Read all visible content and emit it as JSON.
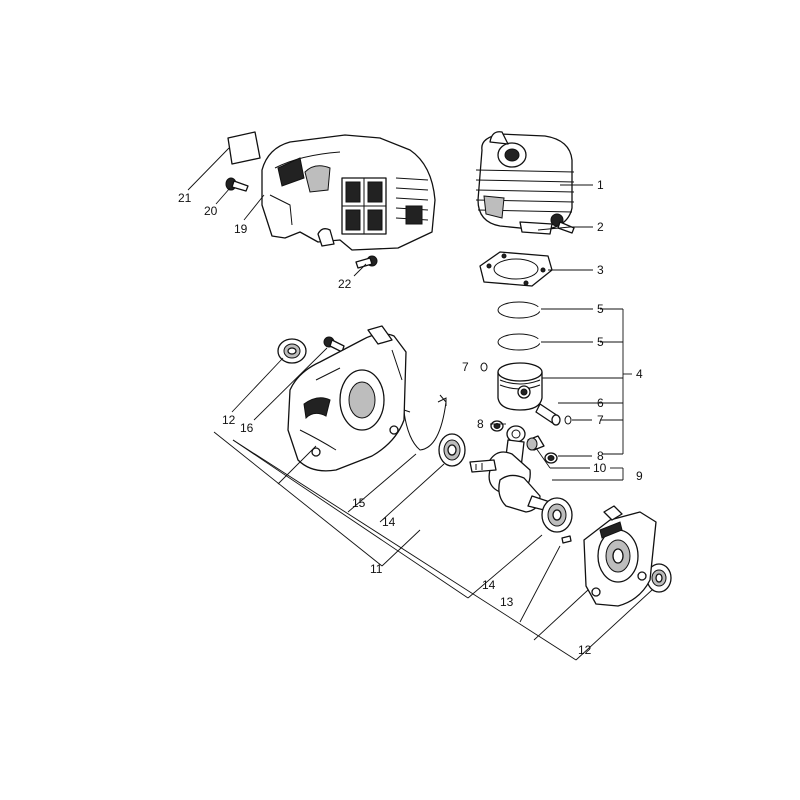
{
  "callouts": {
    "c1": "1",
    "c2": "2",
    "c3": "3",
    "c4": "4",
    "c5a": "5",
    "c5b": "5",
    "c6": "6",
    "c7a": "7",
    "c7b": "7",
    "c8a": "8",
    "c8b": "8",
    "c9": "9",
    "c10": "10",
    "c11": "11",
    "c12a": "12",
    "c12b": "12",
    "c13": "13",
    "c14a": "14",
    "c14b": "14",
    "c15": "15",
    "c16": "16",
    "c19": "19",
    "c20": "20",
    "c21": "21",
    "c22": "22"
  }
}
